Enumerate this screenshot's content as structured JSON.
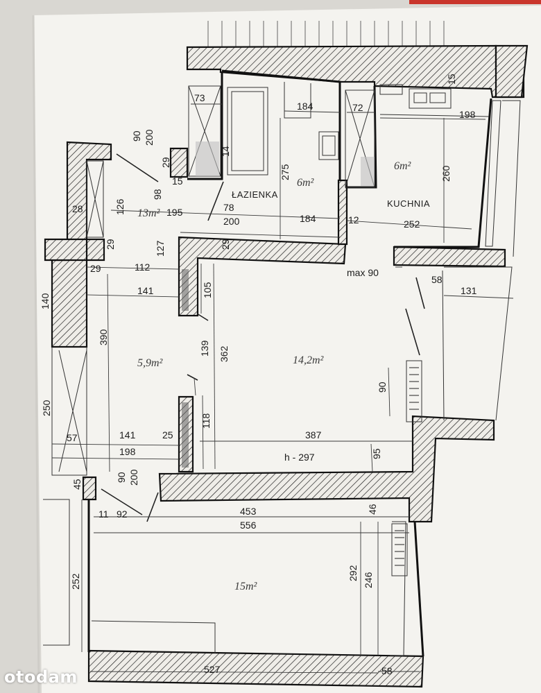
{
  "watermark": "otodam",
  "rooms": {
    "bathroom": {
      "label": "ŁAZIENKA",
      "area": "6m²"
    },
    "kitchen": {
      "label": "KUCHNIA",
      "area": "6m²"
    },
    "small_room": {
      "area": "5,9m²"
    },
    "living_room": {
      "area": "14,2m²"
    },
    "bedroom": {
      "area": "15m²"
    },
    "hall": {
      "area": "13m²"
    }
  },
  "dimensions": {
    "d73": "73",
    "d184a": "184",
    "d72": "72",
    "d198a": "198",
    "d15": "15",
    "d14": "14",
    "d275": "275",
    "d260": "260",
    "d90_200a": "90",
    "d200a": "200",
    "d29a": "29",
    "d98": "98",
    "d15b": "15",
    "d126": "126",
    "d28": "28",
    "d195": "195",
    "d78": "78",
    "d200b": "200",
    "d184b": "184",
    "d12": "12",
    "d252a": "252",
    "d29b": "29",
    "d29c": "29",
    "d127": "127",
    "d112": "112",
    "d141a": "141",
    "d105": "105",
    "max90": "max 90",
    "d58a": "58",
    "d131": "131",
    "d140": "140",
    "d390": "390",
    "d139": "139",
    "d362": "362",
    "d90b": "90",
    "d118": "118",
    "d250": "250",
    "d57": "57",
    "d141b": "141",
    "d25": "25",
    "d198b": "198",
    "d387": "387",
    "h297": "h - 297",
    "d95": "95",
    "d90_200c": "90",
    "d200c": "200",
    "d45": "45",
    "d46": "46",
    "d11": "11",
    "d92": "92",
    "d453": "453",
    "d556": "556",
    "d292": "292",
    "d246": "246",
    "d252b": "252",
    "d527": "527",
    "d58b": "58"
  }
}
